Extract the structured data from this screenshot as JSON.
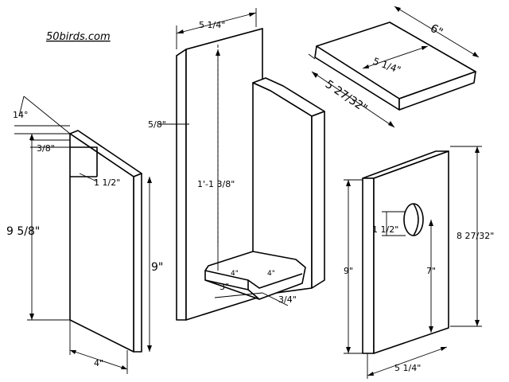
{
  "watermark": "50birds.com",
  "side_panel": {
    "roof_angle": "14°",
    "dim_top_step": "3/8\"",
    "dim_notch": "1 1/2\"",
    "dim_height_back": "9 5/8\"",
    "dim_height_front": "9\"",
    "dim_width": "4\""
  },
  "back_assembly": {
    "dim_top_width": "5 1/4\"",
    "dim_thickness": "5/8\"",
    "dim_length": "1'-1 3/8\"",
    "dim_floor_width": "3\"",
    "dim_floor_depth": "4\"",
    "dim_floor_depth_2": "4\"",
    "dim_floor_recess": "3/4\""
  },
  "roof_panel": {
    "dim_width": "6\"",
    "dim_inner": "5 1/4\"",
    "dim_length": "5 27/32\""
  },
  "front_panel": {
    "dim_hole": "1 1/2\"",
    "dim_left_height": "9\"",
    "dim_hole_height": "7\"",
    "dim_total_height": "8 27/32\"",
    "dim_width": "5 1/4\""
  }
}
